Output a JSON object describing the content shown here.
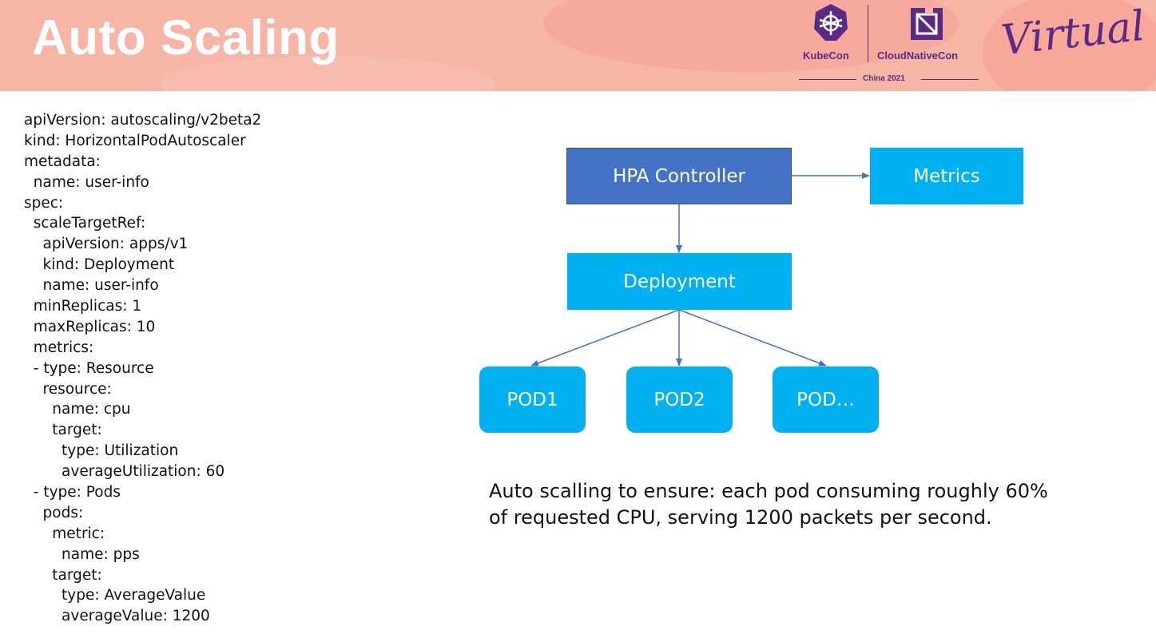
{
  "header": {
    "title": "Auto Scaling",
    "logos": {
      "kubecon": "KubeCon",
      "cloudnativecon": "CloudNativeCon",
      "event": "China 2021",
      "virtual": "Virtual"
    },
    "brand_color": "#5a2a86",
    "banner_color": "#f7b5a6"
  },
  "yaml_lines": [
    "apiVersion: autoscaling/v2beta2",
    "kind: HorizontalPodAutoscaler",
    "metadata:",
    "  name: user-info",
    "spec:",
    "  scaleTargetRef:",
    "    apiVersion: apps/v1",
    "    kind: Deployment",
    "    name: user-info",
    "  minReplicas: 1",
    "  maxReplicas: 10",
    "  metrics:",
    "  - type: Resource",
    "    resource:",
    "      name: cpu",
    "      target:",
    "        type: Utilization",
    "        averageUtilization: 60",
    "  - type: Pods",
    "    pods:",
    "      metric:",
    "        name: pps",
    "      target:",
    "        type: AverageValue",
    "        averageValue: 1200"
  ],
  "diagram": {
    "hpa_controller": "HPA Controller",
    "metrics": "Metrics",
    "deployment": "Deployment",
    "pods": [
      "POD1",
      "POD2",
      "POD…"
    ],
    "colors": {
      "controller": "#4472c4",
      "node": "#00b0f0",
      "arrow": "#4472c4"
    }
  },
  "caption": "Auto scalling to ensure: each pod consuming roughly 60% of requested CPU, serving 1200 packets per second."
}
